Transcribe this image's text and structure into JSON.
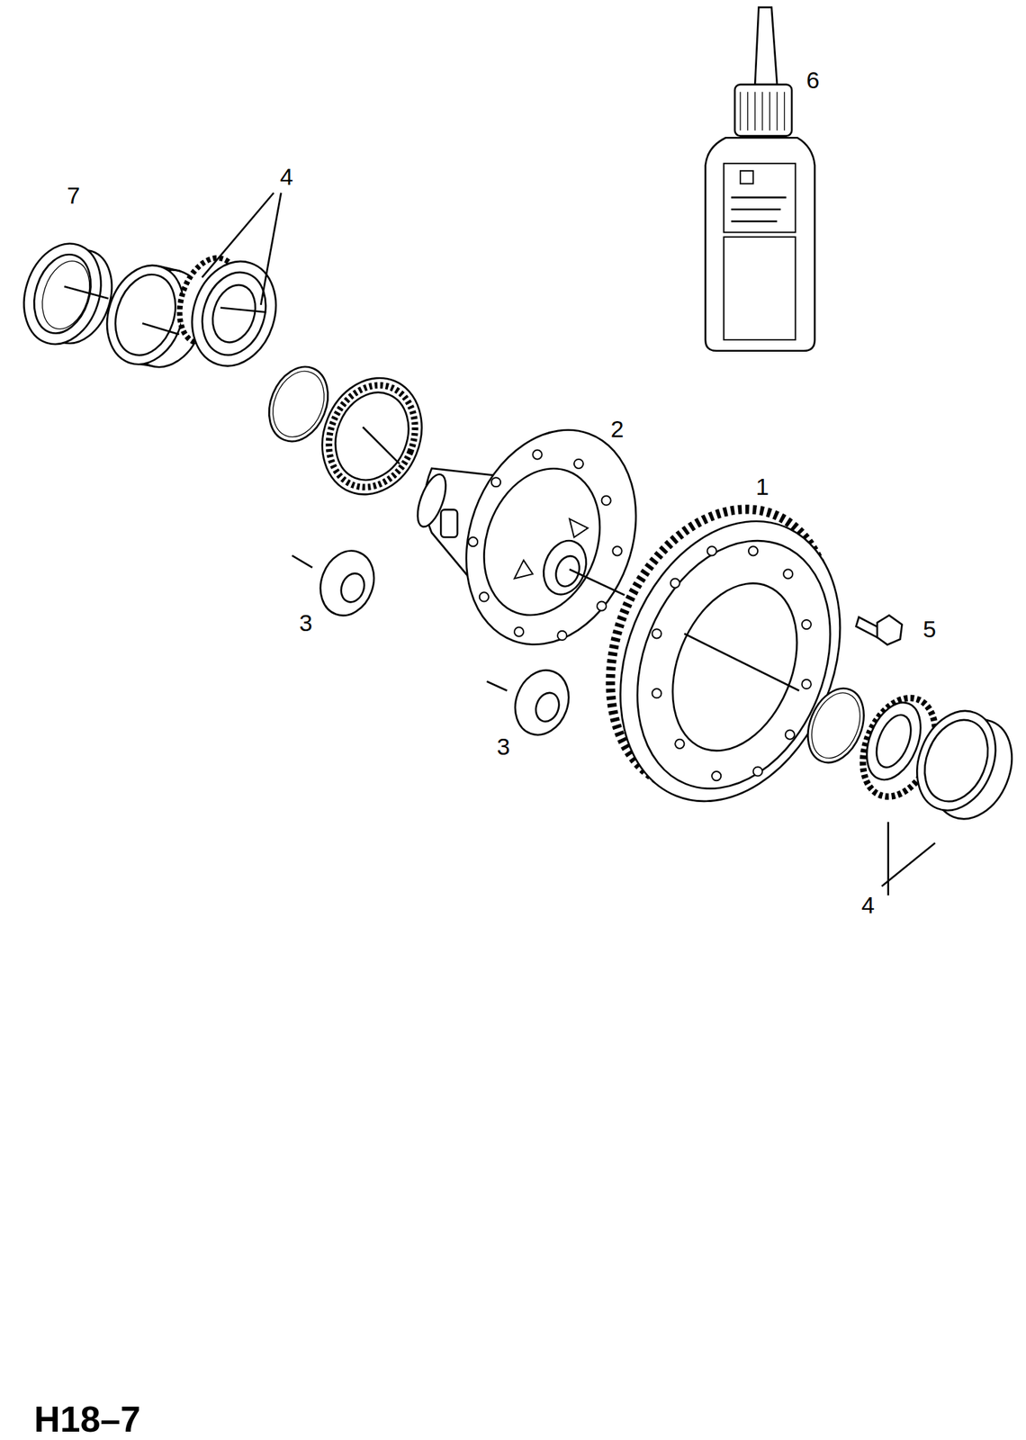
{
  "diagram": {
    "labels": [
      "6",
      "7",
      "4",
      "2",
      "1",
      "5",
      "3",
      "3",
      "4",
      "H18–7"
    ]
  }
}
